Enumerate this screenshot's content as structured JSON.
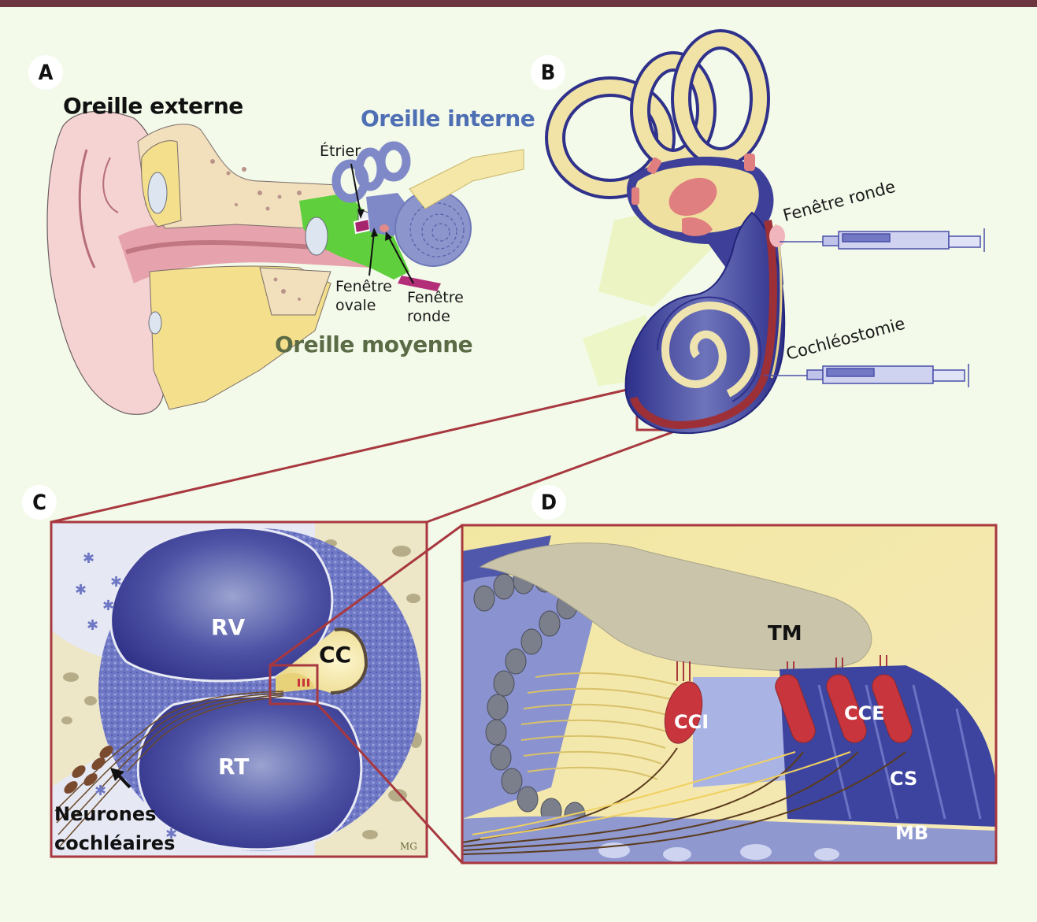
{
  "figure": {
    "colors": {
      "background": "#f3faea",
      "top_bar": "#6c3540",
      "frame": "#a8383f",
      "oreille_externe": "#111111",
      "oreille_interne": "#4f6fb5",
      "oreille_moyenne": "#5b6b45",
      "cochlea_blue": "#3b3f98",
      "bone_yellow": "#f1e3a6",
      "hair_cell_red": "#c8353c"
    },
    "panels": {
      "A": {
        "label": "A",
        "titles": {
          "outer_ear": "Oreille externe",
          "inner_ear": "Oreille interne",
          "middle_ear": "Oreille moyenne"
        },
        "annotations": {
          "stapes": "Étrier",
          "oval_window_line1": "Fenêtre",
          "oval_window_line2": "ovale",
          "round_window_line1": "Fenêtre",
          "round_window_line2": "ronde"
        }
      },
      "B": {
        "label": "B",
        "annotations": {
          "round_window": "Fenêtre ronde",
          "cochleostomy": "Cochléostomie"
        }
      },
      "C": {
        "label": "C",
        "annotations": {
          "scala_vestibuli": "RV",
          "scala_tympani": "RT",
          "cochlear_canal": "CC",
          "neurons_line1": "Neurones",
          "neurons_line2": "cochléaires",
          "signature": "MG"
        }
      },
      "D": {
        "label": "D",
        "annotations": {
          "tectorial_membrane": "TM",
          "inner_hair_cell": "CCI",
          "outer_hair_cells": "CCE",
          "supporting_cells": "CS",
          "basilar_membrane": "MB"
        }
      }
    }
  }
}
